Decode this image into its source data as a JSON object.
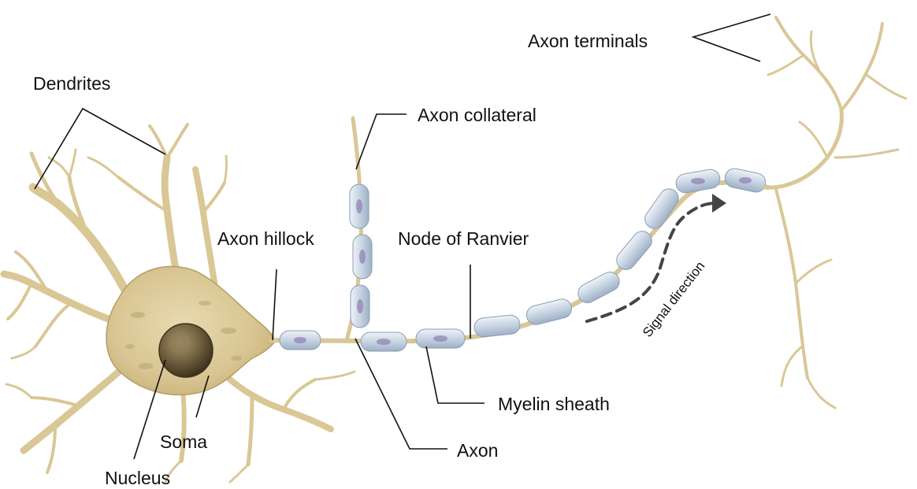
{
  "diagram": {
    "labels": {
      "dendrites": "Dendrites",
      "axon_terminals": "Axon terminals",
      "axon_collateral": "Axon collateral",
      "axon_hillock": "Axon hillock",
      "node_of_ranvier": "Node of Ranvier",
      "signal_direction": "Signal direction",
      "myelin_sheath": "Myelin sheath",
      "soma": "Soma",
      "axon": "Axon",
      "nucleus": "Nucleus"
    },
    "colors": {
      "cell_body": "#dccb9a",
      "cell_outline": "#b59e66",
      "myelin": "#c9d6e4",
      "nucleus": "#7a6a48",
      "leader_line": "#111111",
      "signal_arrow": "#444444"
    }
  }
}
